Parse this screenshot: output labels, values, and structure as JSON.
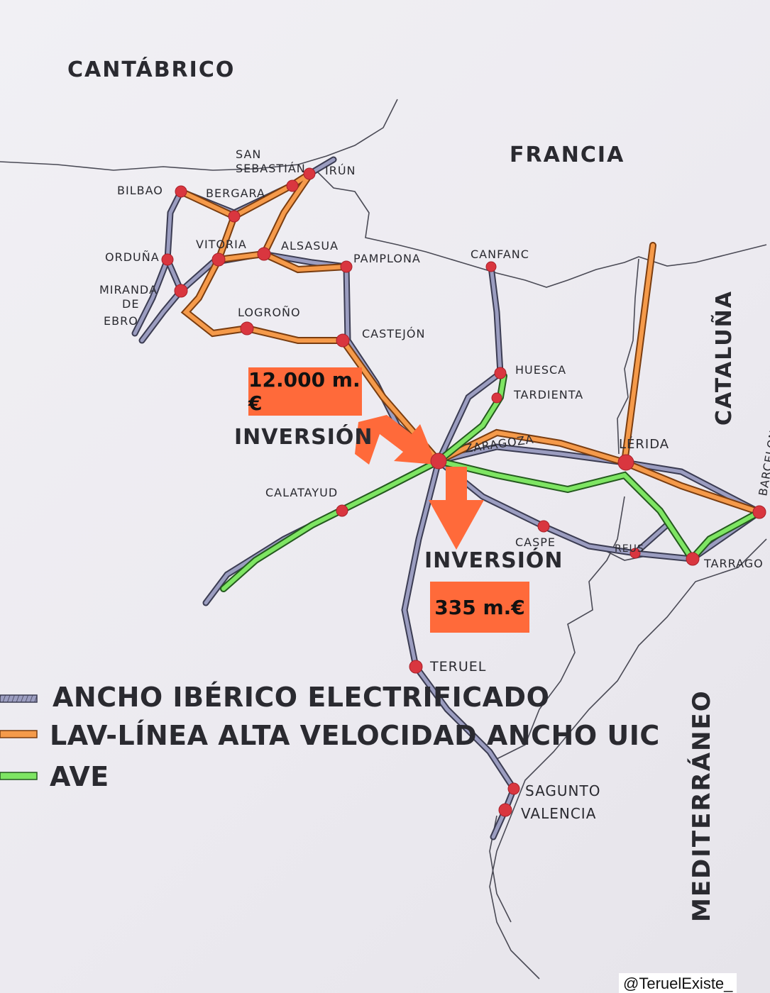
{
  "regions": {
    "cantabrico": "CANTÁBRICO",
    "francia": "FRANCIA",
    "cataluna": "CATALUÑA",
    "mediterraneo": "MEDITERRÁNEO"
  },
  "cities": {
    "san": "SAN",
    "sebastian": "SEBASTIÁN",
    "irun": "IRÚN",
    "bilbao": "BILBAO",
    "bergara": "BERGARA",
    "orduna": "ORDUÑA",
    "vitoria": "VITORIA",
    "alsasua": "ALSASUA",
    "pamplona": "PAMPLONA",
    "canfanc": "CANFANC",
    "miranda": "MIRANDA",
    "de": "DE",
    "ebro": "EBRO",
    "logrono": "LOGROÑO",
    "castejon": "CASTEJÓN",
    "huesca": "HUESCA",
    "tardienta": "TARDIENTA",
    "zaragoza": "ZARAGOZA",
    "lerida": "LÉRIDA",
    "barcelona": "BARCELONA",
    "calatayud": "CALATAYUD",
    "caspe": "CASPE",
    "reus": "REUS",
    "tarrago": "TARRAGO",
    "teruel": "TERUEL",
    "sagunto": "SAGUNTO",
    "valencia": "VALENCIA"
  },
  "investments": {
    "north_amount": "12.000 m.€",
    "north_label": "INVERSIÓN",
    "south_label": "INVERSIÓN",
    "south_amount": "335 m.€"
  },
  "legend": {
    "iberico": "ANCHO IBÉRICO ELECTRIFICADO",
    "lav": "LAV-LÍNEA ALTA VELOCIDAD ANCHO UIC",
    "ave": "AVE"
  },
  "colors": {
    "iberico": "#7c7fa6",
    "lav": "#f0944a",
    "ave": "#6fdc5a",
    "station": "#d9363f",
    "highlight": "#ff6a3a"
  },
  "watermark": "@TeruelExiste_"
}
